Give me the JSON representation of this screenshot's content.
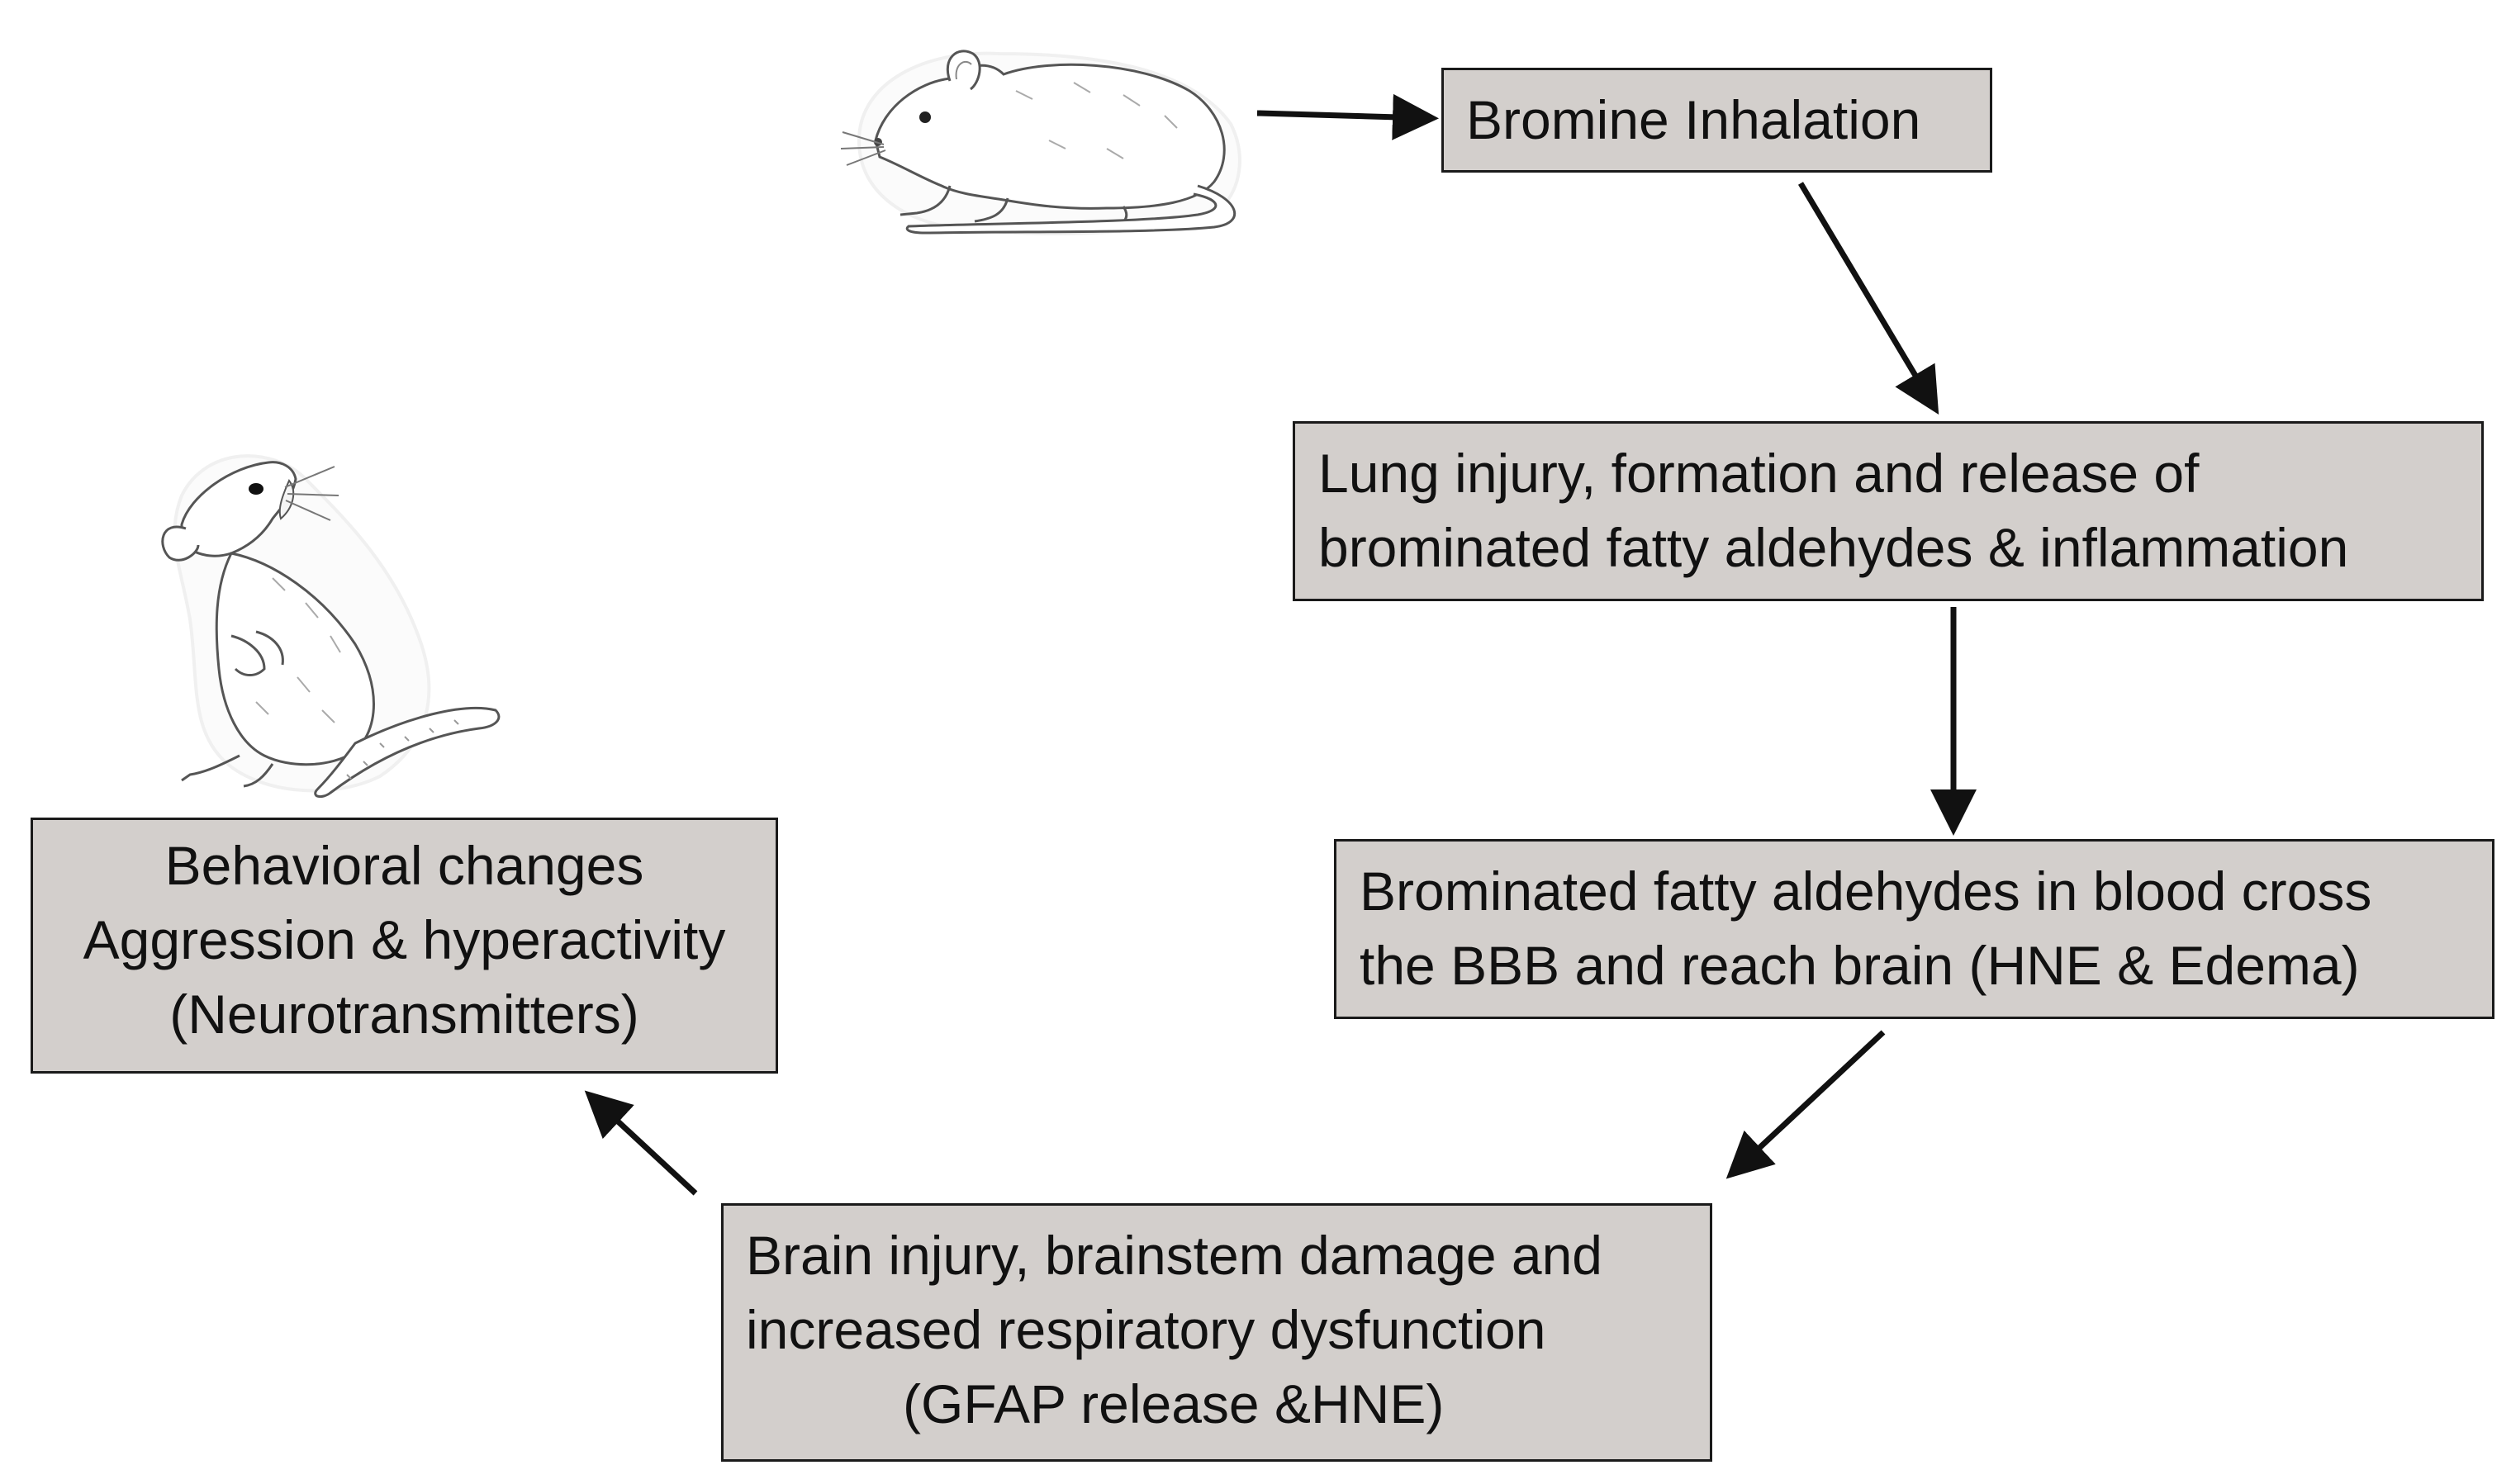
{
  "diagram": {
    "steps": [
      {
        "id": "bromine",
        "lines": [
          "Bromine Inhalation"
        ]
      },
      {
        "id": "lung",
        "lines": [
          "Lung injury, formation and release of",
          "brominated fatty aldehydes & inflammation"
        ]
      },
      {
        "id": "blood",
        "lines": [
          "Brominated fatty aldehydes in blood cross",
          "the BBB and reach brain (HNE & Edema)"
        ]
      },
      {
        "id": "brain",
        "lines": [
          "Brain injury, brainstem damage and",
          "increased respiratory dysfunction",
          "(GFAP release &HNE)"
        ]
      },
      {
        "id": "behavior",
        "lines": [
          "Behavioral changes",
          "Aggression & hyperactivity",
          "(Neurotransmitters)"
        ]
      }
    ],
    "colors": {
      "box_fill": "#d3cfcc",
      "box_border": "#1a1a1a",
      "arrow": "#111111"
    },
    "illustrations": [
      {
        "name": "walking-rat",
        "description": "resting"
      },
      {
        "name": "rearing-rat",
        "description": "aggressive"
      }
    ]
  }
}
